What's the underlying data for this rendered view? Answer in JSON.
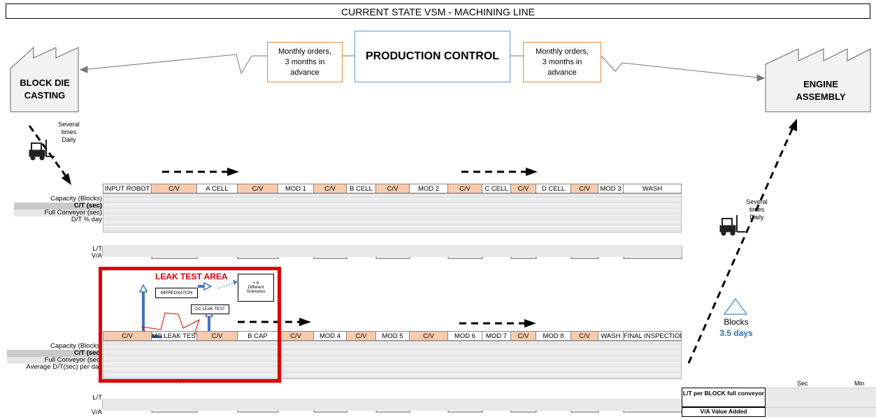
{
  "title": "CURRENT STATE VSM - MACHINING LINE",
  "supplier": {
    "name_line1": "BLOCK DIE",
    "name_line2": "CASTING",
    "icon": "factory-icon"
  },
  "customer": {
    "name_line1": "ENGINE",
    "name_line2": "ASSEMBLY",
    "icon": "factory-icon"
  },
  "production_control": {
    "label": "PRODUCTION CONTROL"
  },
  "orders_left": {
    "line1": "Monthly orders,",
    "line2": "3 months in",
    "line3": "advance"
  },
  "orders_right": {
    "line1": "Monthly orders,",
    "line2": "3 months in",
    "line3": "advance"
  },
  "shipment_in": {
    "line1": "Several",
    "line2": "times",
    "line3": "Daily",
    "icon": "forklift-icon"
  },
  "shipment_out": {
    "line1": "Several",
    "line2": "times",
    "line3": "Daily",
    "icon": "forklift-icon"
  },
  "line1": {
    "cells": [
      "INPUT ROBOT",
      "C/V",
      "A CELL",
      "C/V",
      "MOD 1",
      "C/V",
      "B CELL",
      "C/V",
      "MOD 2",
      "C/V",
      "C CELL",
      "C/V",
      "D CELL",
      "C/V",
      "MOD 3",
      "WASH"
    ],
    "row_labels": [
      "Capacity (Blocks)",
      "C/T (sec)",
      "Full Conveyor (sec)",
      "D/T % day"
    ],
    "lt_labels": [
      "L/T",
      "V/A"
    ]
  },
  "line2": {
    "cells": [
      "C/V",
      "MC LEAK TEST",
      "C/V",
      "B CAP",
      "C/V",
      "MOD 4",
      "C/V",
      "MOD 5",
      "C/V",
      "MOD 6",
      "MOD 7",
      "C/V",
      "MOD 8",
      "C/V",
      "WASH",
      "FINAL INSPECTION"
    ],
    "row_labels": [
      "Capacity (Blocks)",
      "C/T (sec)",
      "Full Conveyor (sec)",
      "Average D/T(sec) per day"
    ],
    "lt_labels": [
      "L/T",
      "V/A"
    ]
  },
  "leak_test": {
    "title": "LEAK TEST AREA",
    "impregnation": "IMPREGNATION",
    "dc_leak_test": "DC LEAK TEST",
    "scenarios_line1": "+ 6",
    "scenarios_line2": "Different",
    "scenarios_line3": "Scenarios"
  },
  "inventory": {
    "label": "Blocks",
    "value": "3.5 days",
    "icon": "inventory-triangle-icon"
  },
  "summary_table": {
    "col_sec": "Sec",
    "col_min": "Min",
    "row1": "L/T per BLOCK full conveyor",
    "row2": "V/A Value Added"
  },
  "colors": {
    "cv_fill": "#f8cbad",
    "leak_red": "#e00000",
    "pc_border": "#5b9bd5",
    "order_border": "#e58a3c",
    "inventory_blue": "#2e75b6"
  }
}
